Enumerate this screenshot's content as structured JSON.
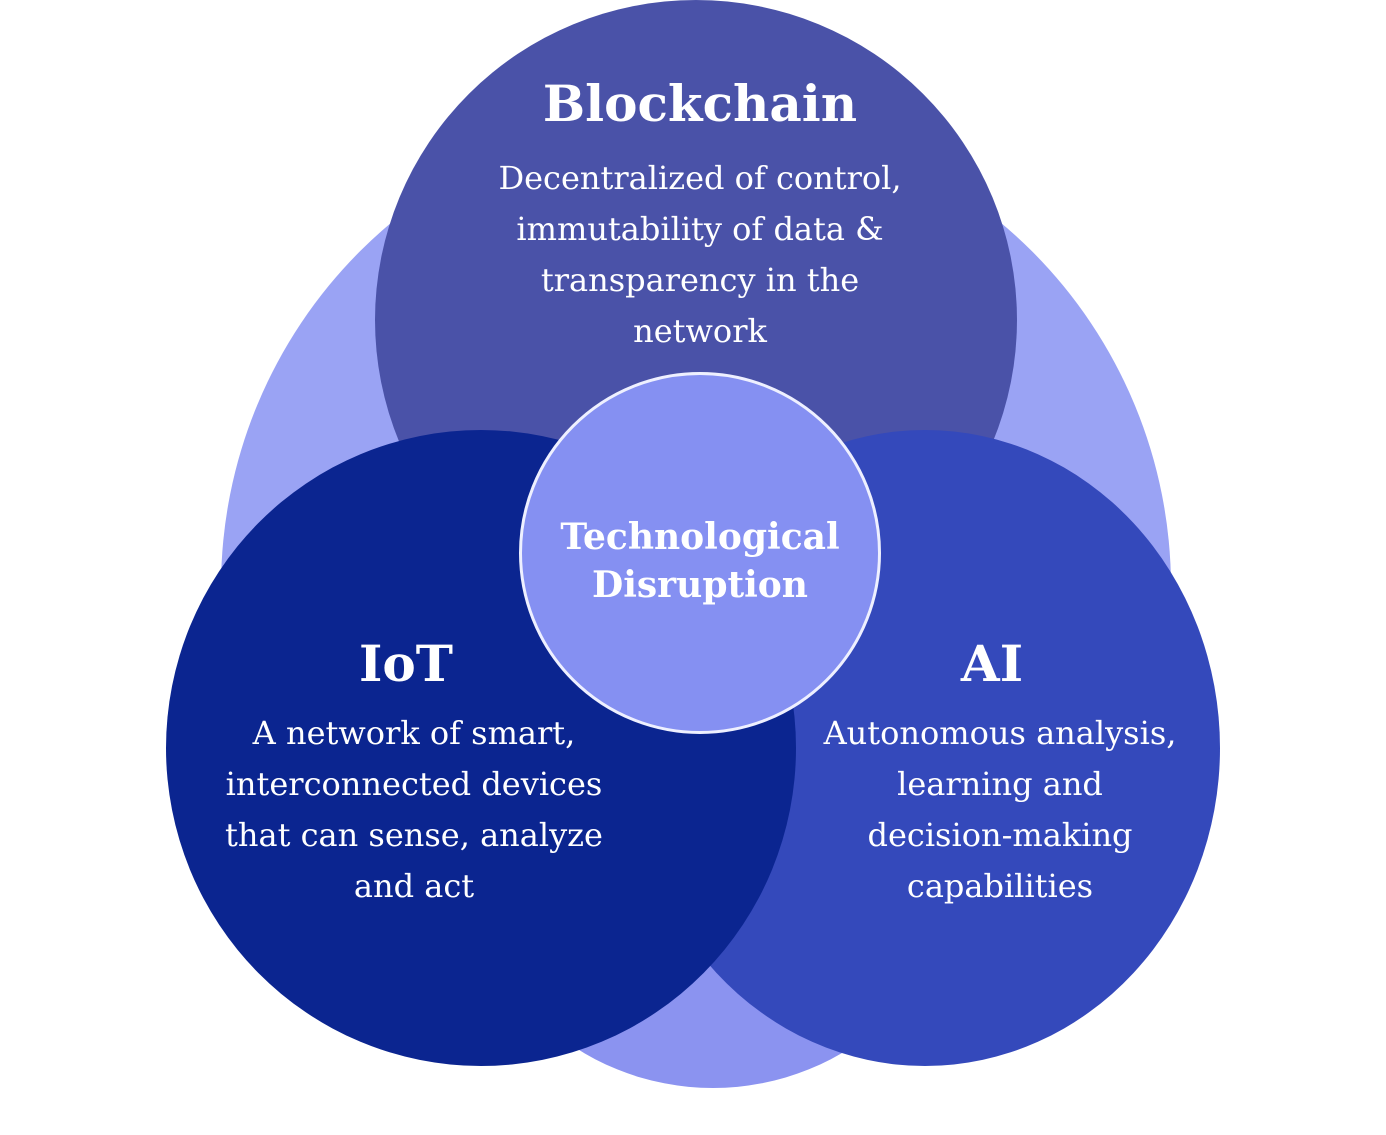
{
  "diagram": {
    "center": {
      "label": "Technological\nDisruption"
    },
    "blockchain": {
      "title": "Blockchain",
      "description": "Decentralized of control,\nimmutability of data &\ntransparency in the\nnetwork"
    },
    "iot": {
      "title": "IoT",
      "description": "A network of smart,\ninterconnected devices\nthat can sense, analyze\nand act"
    },
    "ai": {
      "title": "AI",
      "description": "Autonomous analysis,\nlearning and\ndecision-making\ncapabilities"
    },
    "colors": {
      "background_circle": "#9aa3f4",
      "blockchain": "#4a52a8",
      "iot": "#0b2590",
      "ai": "#3449bb",
      "center": "#8590f2",
      "text": "#ffffff"
    }
  }
}
